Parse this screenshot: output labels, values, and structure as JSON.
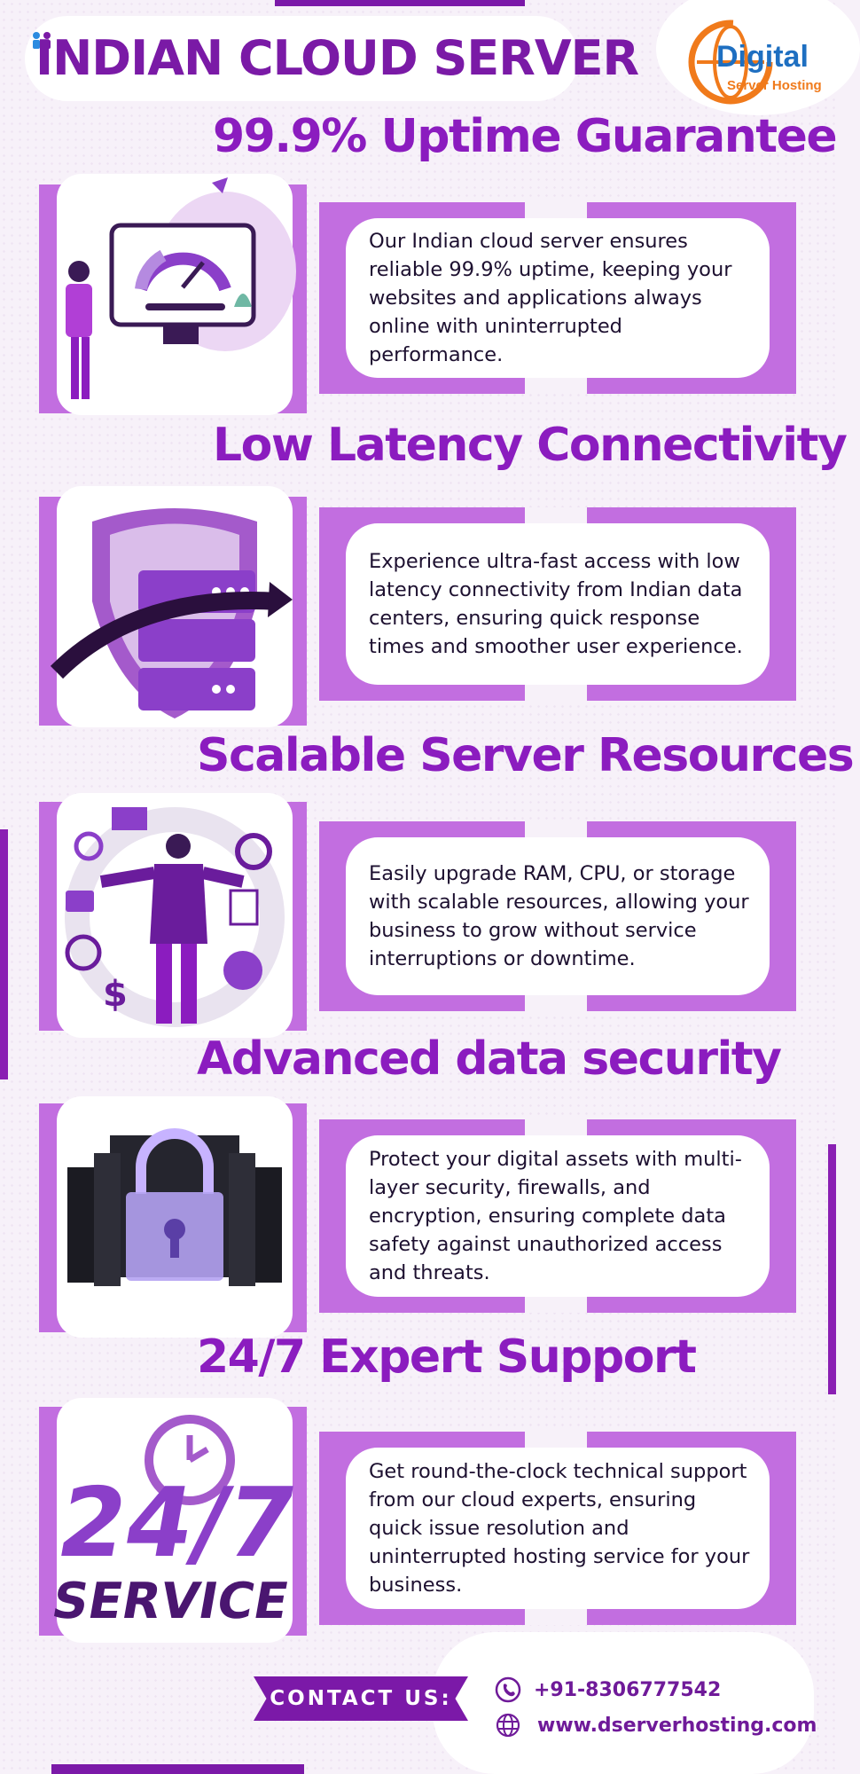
{
  "header": {
    "title": "INDIAN CLOUD SERVER",
    "logo": {
      "word": "Digital",
      "tagline": "Server Hosting"
    }
  },
  "sections": [
    {
      "heading": "99.9% Uptime Guarantee",
      "text": "Our Indian cloud server ensures reliable 99.9% uptime, keeping your websites and applications always online with uninterrupted performance.",
      "image_icon": "uptime-monitor-illustration"
    },
    {
      "heading": "Low Latency Connectivity",
      "text": "Experience ultra-fast access with low latency connectivity from Indian data centers, ensuring quick response times and smoother user experience.",
      "image_icon": "shield-server-illustration"
    },
    {
      "heading": "Scalable Server Resources",
      "text": "Easily upgrade RAM, CPU, or storage with scalable resources, allowing your business to grow without service interruptions or downtime.",
      "image_icon": "businessman-resources-illustration"
    },
    {
      "heading": "Advanced data security",
      "text": "Protect your digital assets with multi-layer security, firewalls, and encryption, ensuring complete data safety against unauthorized access and threats.",
      "image_icon": "server-lock-illustration"
    },
    {
      "heading": "24/7 Expert Support",
      "text": "Get round-the-clock technical support from our cloud experts, ensuring quick issue resolution and uninterrupted hosting service for your business.",
      "image_icon": "24-7-service-illustration",
      "image_text": {
        "big": "24/7",
        "small": "SERVICE"
      }
    }
  ],
  "contact": {
    "label": "CONTACT US:",
    "phone": "+91-8306777542",
    "website": "www.dserverhosting.com"
  },
  "colors": {
    "primary": "#8b1cbf",
    "frame": "#c26ee0",
    "background": "#f7f1f9"
  }
}
